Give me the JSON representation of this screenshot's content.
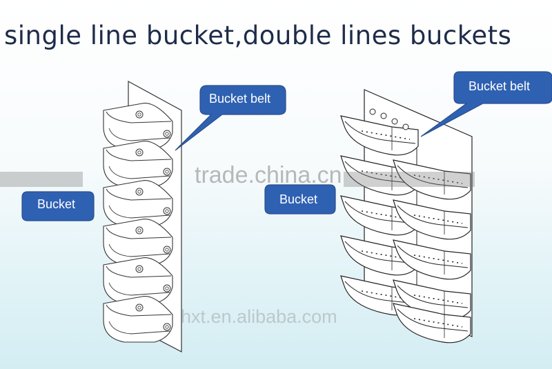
{
  "title": "single line bucket,double lines buckets",
  "callouts": {
    "single_belt": "Bucket belt",
    "single_bucket": "Bucket",
    "double_belt": "Bucket belt",
    "double_bucket": "Bucket"
  },
  "watermarks": {
    "main": "trade.china.cn",
    "sub": "hxt.en.alibaba.com"
  },
  "colors": {
    "callout_fill": "#2f61b2",
    "callout_stroke": "#2a4e8c",
    "title_text": "#1d2c48",
    "line_art": "#333333"
  }
}
